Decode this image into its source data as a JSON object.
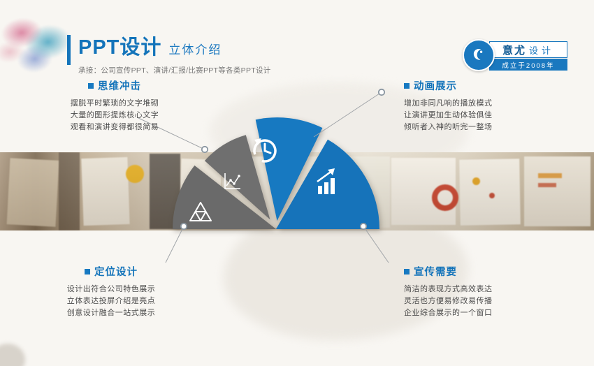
{
  "colors": {
    "accent_blue": "#1779c1",
    "dark_blue": "#0f5a94",
    "wedge_gray": "#6a6a6a",
    "body_text": "#4c4c4c",
    "background": "#f8f6f2"
  },
  "header": {
    "title": "PPT设计",
    "subtitle": "立体介绍",
    "tagline": "承接：公司宣传PPT、演讲/汇报/比赛PPT等各类PPT设计"
  },
  "logo": {
    "name_bold": "意尤",
    "name_light": "设计",
    "since": "成立于2008年",
    "icon": "bird-swirl-icon"
  },
  "fan_icons": [
    "pyramid-outline-icon",
    "line-chart-icon",
    "history-clock-icon",
    "growth-bars-icon"
  ],
  "sections": [
    {
      "title": "思维冲击",
      "lines": [
        "摆脱平时繁琐的文字堆砌",
        "大量的图形提炼核心文字",
        "观看和演讲变得都很简易"
      ]
    },
    {
      "title": "动画展示",
      "lines": [
        "增加非同凡响的播放模式",
        "让演讲更加生动体验俱佳",
        "倾听者入神的听完一整场"
      ]
    },
    {
      "title": "定位设计",
      "lines": [
        "设计出符合公司特色展示",
        "立体表达投屏介绍是亮点",
        "创意设计融合一站式展示"
      ]
    },
    {
      "title": "宣传需要",
      "lines": [
        "简洁的表现方式高效表达",
        "灵活也方便易修改易传播",
        "企业综合展示的一个窗口"
      ]
    }
  ]
}
